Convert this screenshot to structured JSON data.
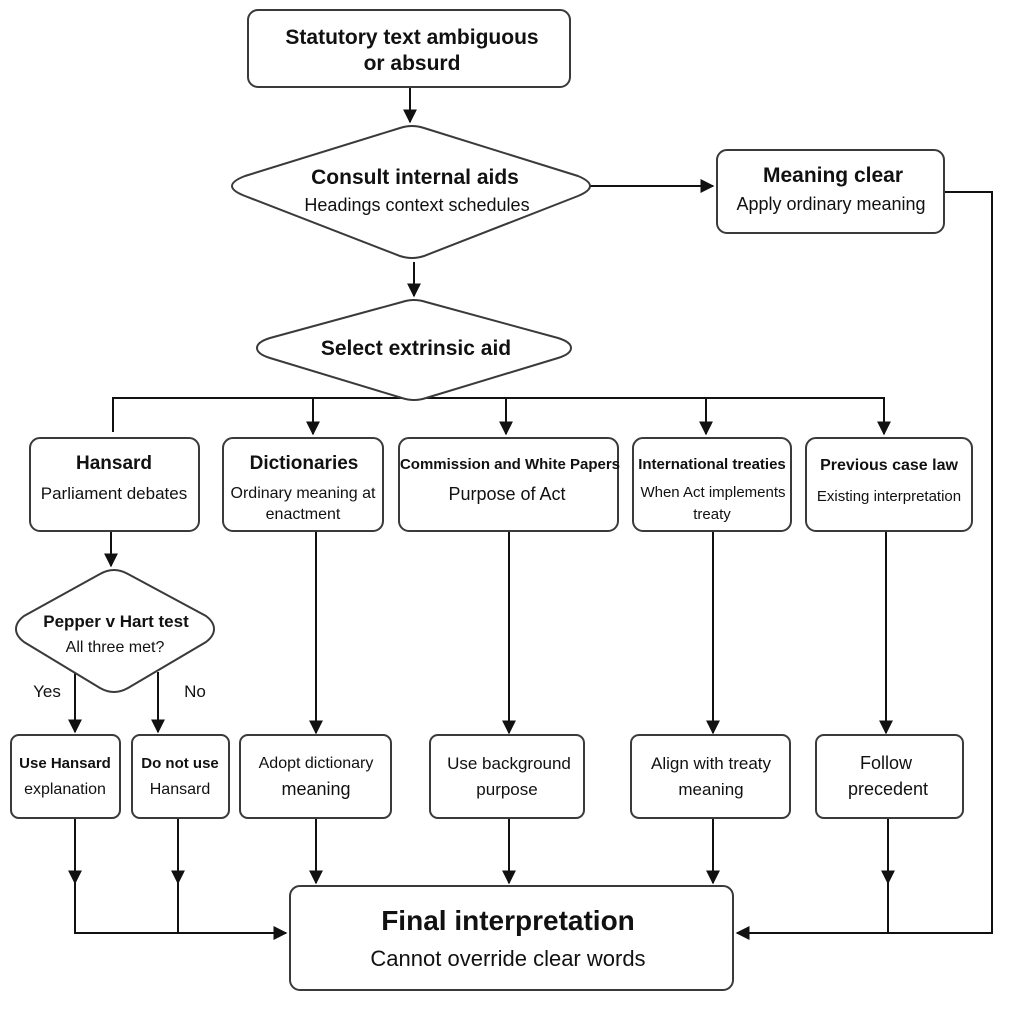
{
  "nodes": {
    "start": {
      "title": "Statutory text ambiguous",
      "subtitle": "or absurd"
    },
    "internal": {
      "title": "Consult internal aids",
      "subtitle": "Headings context schedules"
    },
    "clear": {
      "title": "Meaning clear",
      "subtitle": "Apply ordinary meaning"
    },
    "extrinsic": {
      "title": "Select extrinsic aid"
    },
    "hansard": {
      "title": "Hansard",
      "subtitle": "Parliament debates"
    },
    "dictionaries": {
      "title": "Dictionaries",
      "line1": "Ordinary meaning at",
      "line2": "enactment"
    },
    "commission": {
      "title": "Commission and White Papers",
      "subtitle": "Purpose of Act"
    },
    "treaties": {
      "title": "International treaties",
      "line1": "When Act implements",
      "line2": "treaty"
    },
    "caselaw": {
      "title": "Previous case law",
      "subtitle": "Existing interpretation"
    },
    "pepper": {
      "title": "Pepper v Hart test",
      "subtitle": "All three met?"
    },
    "use_hansard": {
      "line1": "Use Hansard",
      "line2": "explanation"
    },
    "no_hansard": {
      "line1": "Do not use",
      "line2": "Hansard"
    },
    "adopt_dict": {
      "line1": "Adopt dictionary",
      "line2": "meaning"
    },
    "background": {
      "line1": "Use background",
      "line2": "purpose"
    },
    "align_treaty": {
      "line1": "Align with treaty",
      "line2": "meaning"
    },
    "precedent": {
      "line1": "Follow",
      "line2": "precedent"
    },
    "final": {
      "title": "Final interpretation",
      "subtitle": "Cannot override clear words"
    }
  },
  "edge_labels": {
    "yes": "Yes",
    "no": "No"
  }
}
